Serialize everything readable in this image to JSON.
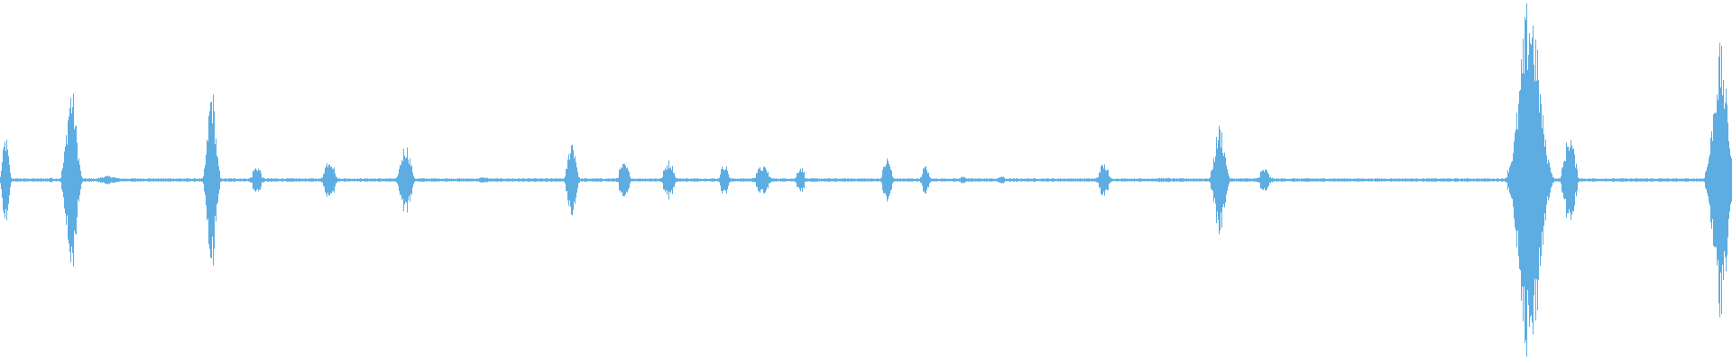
{
  "waveform": {
    "color": "#5dade2",
    "baseline_amplitude": 0.012,
    "duration_fraction_bursts": [
      {
        "center": 0.003,
        "width": 0.006,
        "amplitude": 0.16
      },
      {
        "center": 0.029,
        "width": 0.004,
        "amplitude": 0.02
      },
      {
        "center": 0.041,
        "width": 0.01,
        "amplitude": 0.34
      },
      {
        "center": 0.062,
        "width": 0.018,
        "amplitude": 0.03
      },
      {
        "center": 0.122,
        "width": 0.008,
        "amplitude": 0.34
      },
      {
        "center": 0.148,
        "width": 0.01,
        "amplitude": 0.05
      },
      {
        "center": 0.19,
        "width": 0.01,
        "amplitude": 0.08
      },
      {
        "center": 0.234,
        "width": 0.01,
        "amplitude": 0.13
      },
      {
        "center": 0.279,
        "width": 0.014,
        "amplitude": 0.02
      },
      {
        "center": 0.33,
        "width": 0.008,
        "amplitude": 0.15
      },
      {
        "center": 0.36,
        "width": 0.01,
        "amplitude": 0.06
      },
      {
        "center": 0.386,
        "width": 0.01,
        "amplitude": 0.07
      },
      {
        "center": 0.418,
        "width": 0.008,
        "amplitude": 0.06
      },
      {
        "center": 0.44,
        "width": 0.014,
        "amplitude": 0.05
      },
      {
        "center": 0.462,
        "width": 0.008,
        "amplitude": 0.05
      },
      {
        "center": 0.512,
        "width": 0.008,
        "amplitude": 0.08
      },
      {
        "center": 0.534,
        "width": 0.008,
        "amplitude": 0.05
      },
      {
        "center": 0.556,
        "width": 0.006,
        "amplitude": 0.03
      },
      {
        "center": 0.578,
        "width": 0.006,
        "amplitude": 0.03
      },
      {
        "center": 0.637,
        "width": 0.01,
        "amplitude": 0.06
      },
      {
        "center": 0.672,
        "width": 0.03,
        "amplitude": 0.015
      },
      {
        "center": 0.704,
        "width": 0.01,
        "amplitude": 0.2
      },
      {
        "center": 0.73,
        "width": 0.012,
        "amplitude": 0.04
      },
      {
        "center": 0.883,
        "width": 0.02,
        "amplitude": 0.66
      },
      {
        "center": 0.906,
        "width": 0.01,
        "amplitude": 0.17
      },
      {
        "center": 0.993,
        "width": 0.014,
        "amplitude": 0.48
      }
    ]
  }
}
